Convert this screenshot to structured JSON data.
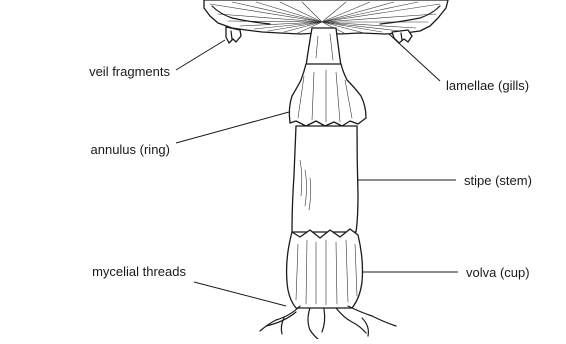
{
  "labels": {
    "veil_fragments": "veil fragments",
    "lamellae": "lamellae (gills)",
    "annulus": "annulus (ring)",
    "stipe": "stipe (stem)",
    "mycelial_threads": "mycelial threads",
    "volva": "volva (cup)"
  },
  "colors": {
    "ink": "#1a1a1a",
    "background": "#ffffff"
  }
}
